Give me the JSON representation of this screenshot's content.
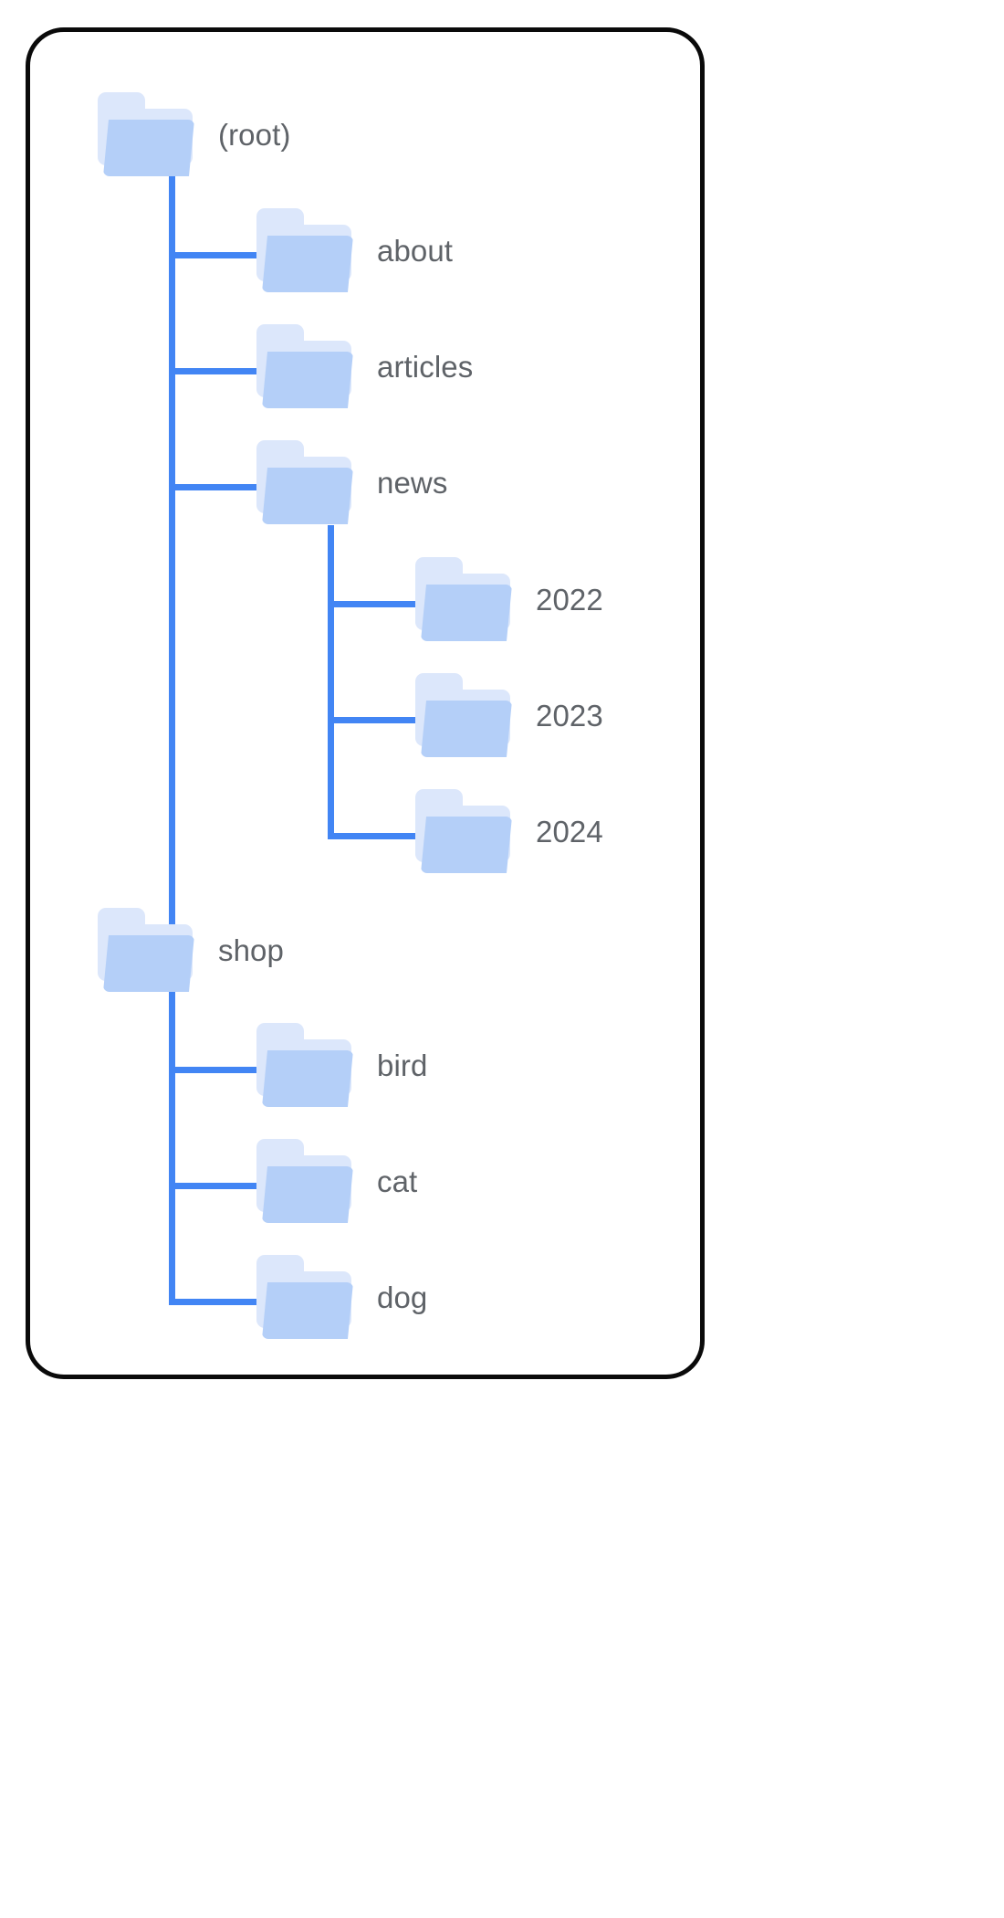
{
  "diagram": {
    "kind": "folder-tree",
    "title_text": "",
    "colors": {
      "card_border": "#0a0a0a",
      "card_background": "#ffffff",
      "connector": "#4285f4",
      "folder_front": "#b4cff8",
      "folder_back": "#dce7fb",
      "label_text": "#5f6368"
    }
  },
  "nodes": {
    "root": {
      "label": "(root)",
      "icon": "folder-icon"
    },
    "about": {
      "label": "about",
      "icon": "folder-icon"
    },
    "articles": {
      "label": "articles",
      "icon": "folder-icon"
    },
    "news": {
      "label": "news",
      "icon": "folder-icon"
    },
    "y2022": {
      "label": "2022",
      "icon": "folder-icon"
    },
    "y2023": {
      "label": "2023",
      "icon": "folder-icon"
    },
    "y2024": {
      "label": "2024",
      "icon": "folder-icon"
    },
    "shop": {
      "label": "shop",
      "icon": "folder-icon"
    },
    "bird": {
      "label": "bird",
      "icon": "folder-icon"
    },
    "cat": {
      "label": "cat",
      "icon": "folder-icon"
    },
    "dog": {
      "label": "dog",
      "icon": "folder-icon"
    }
  },
  "tree": [
    {
      "label": "(root)",
      "children": [
        {
          "label": "about",
          "children": []
        },
        {
          "label": "articles",
          "children": []
        },
        {
          "label": "news",
          "children": [
            {
              "label": "2022",
              "children": []
            },
            {
              "label": "2023",
              "children": []
            },
            {
              "label": "2024",
              "children": []
            }
          ]
        },
        {
          "label": "shop",
          "children": [
            {
              "label": "bird",
              "children": []
            },
            {
              "label": "cat",
              "children": []
            },
            {
              "label": "dog",
              "children": []
            }
          ]
        }
      ]
    }
  ]
}
